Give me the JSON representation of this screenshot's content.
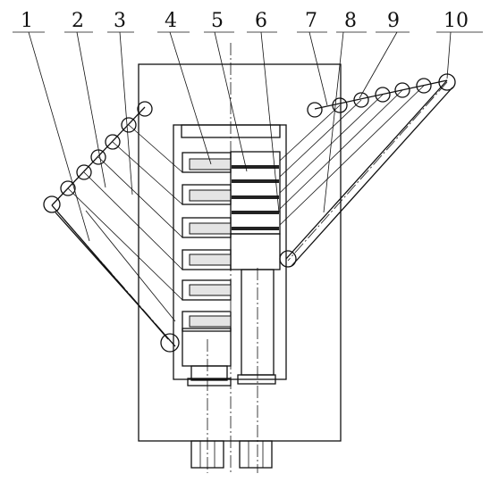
{
  "figure": {
    "part_labels": [
      "1",
      "2",
      "3",
      "4",
      "5",
      "6",
      "7",
      "8",
      "9",
      "10"
    ]
  }
}
